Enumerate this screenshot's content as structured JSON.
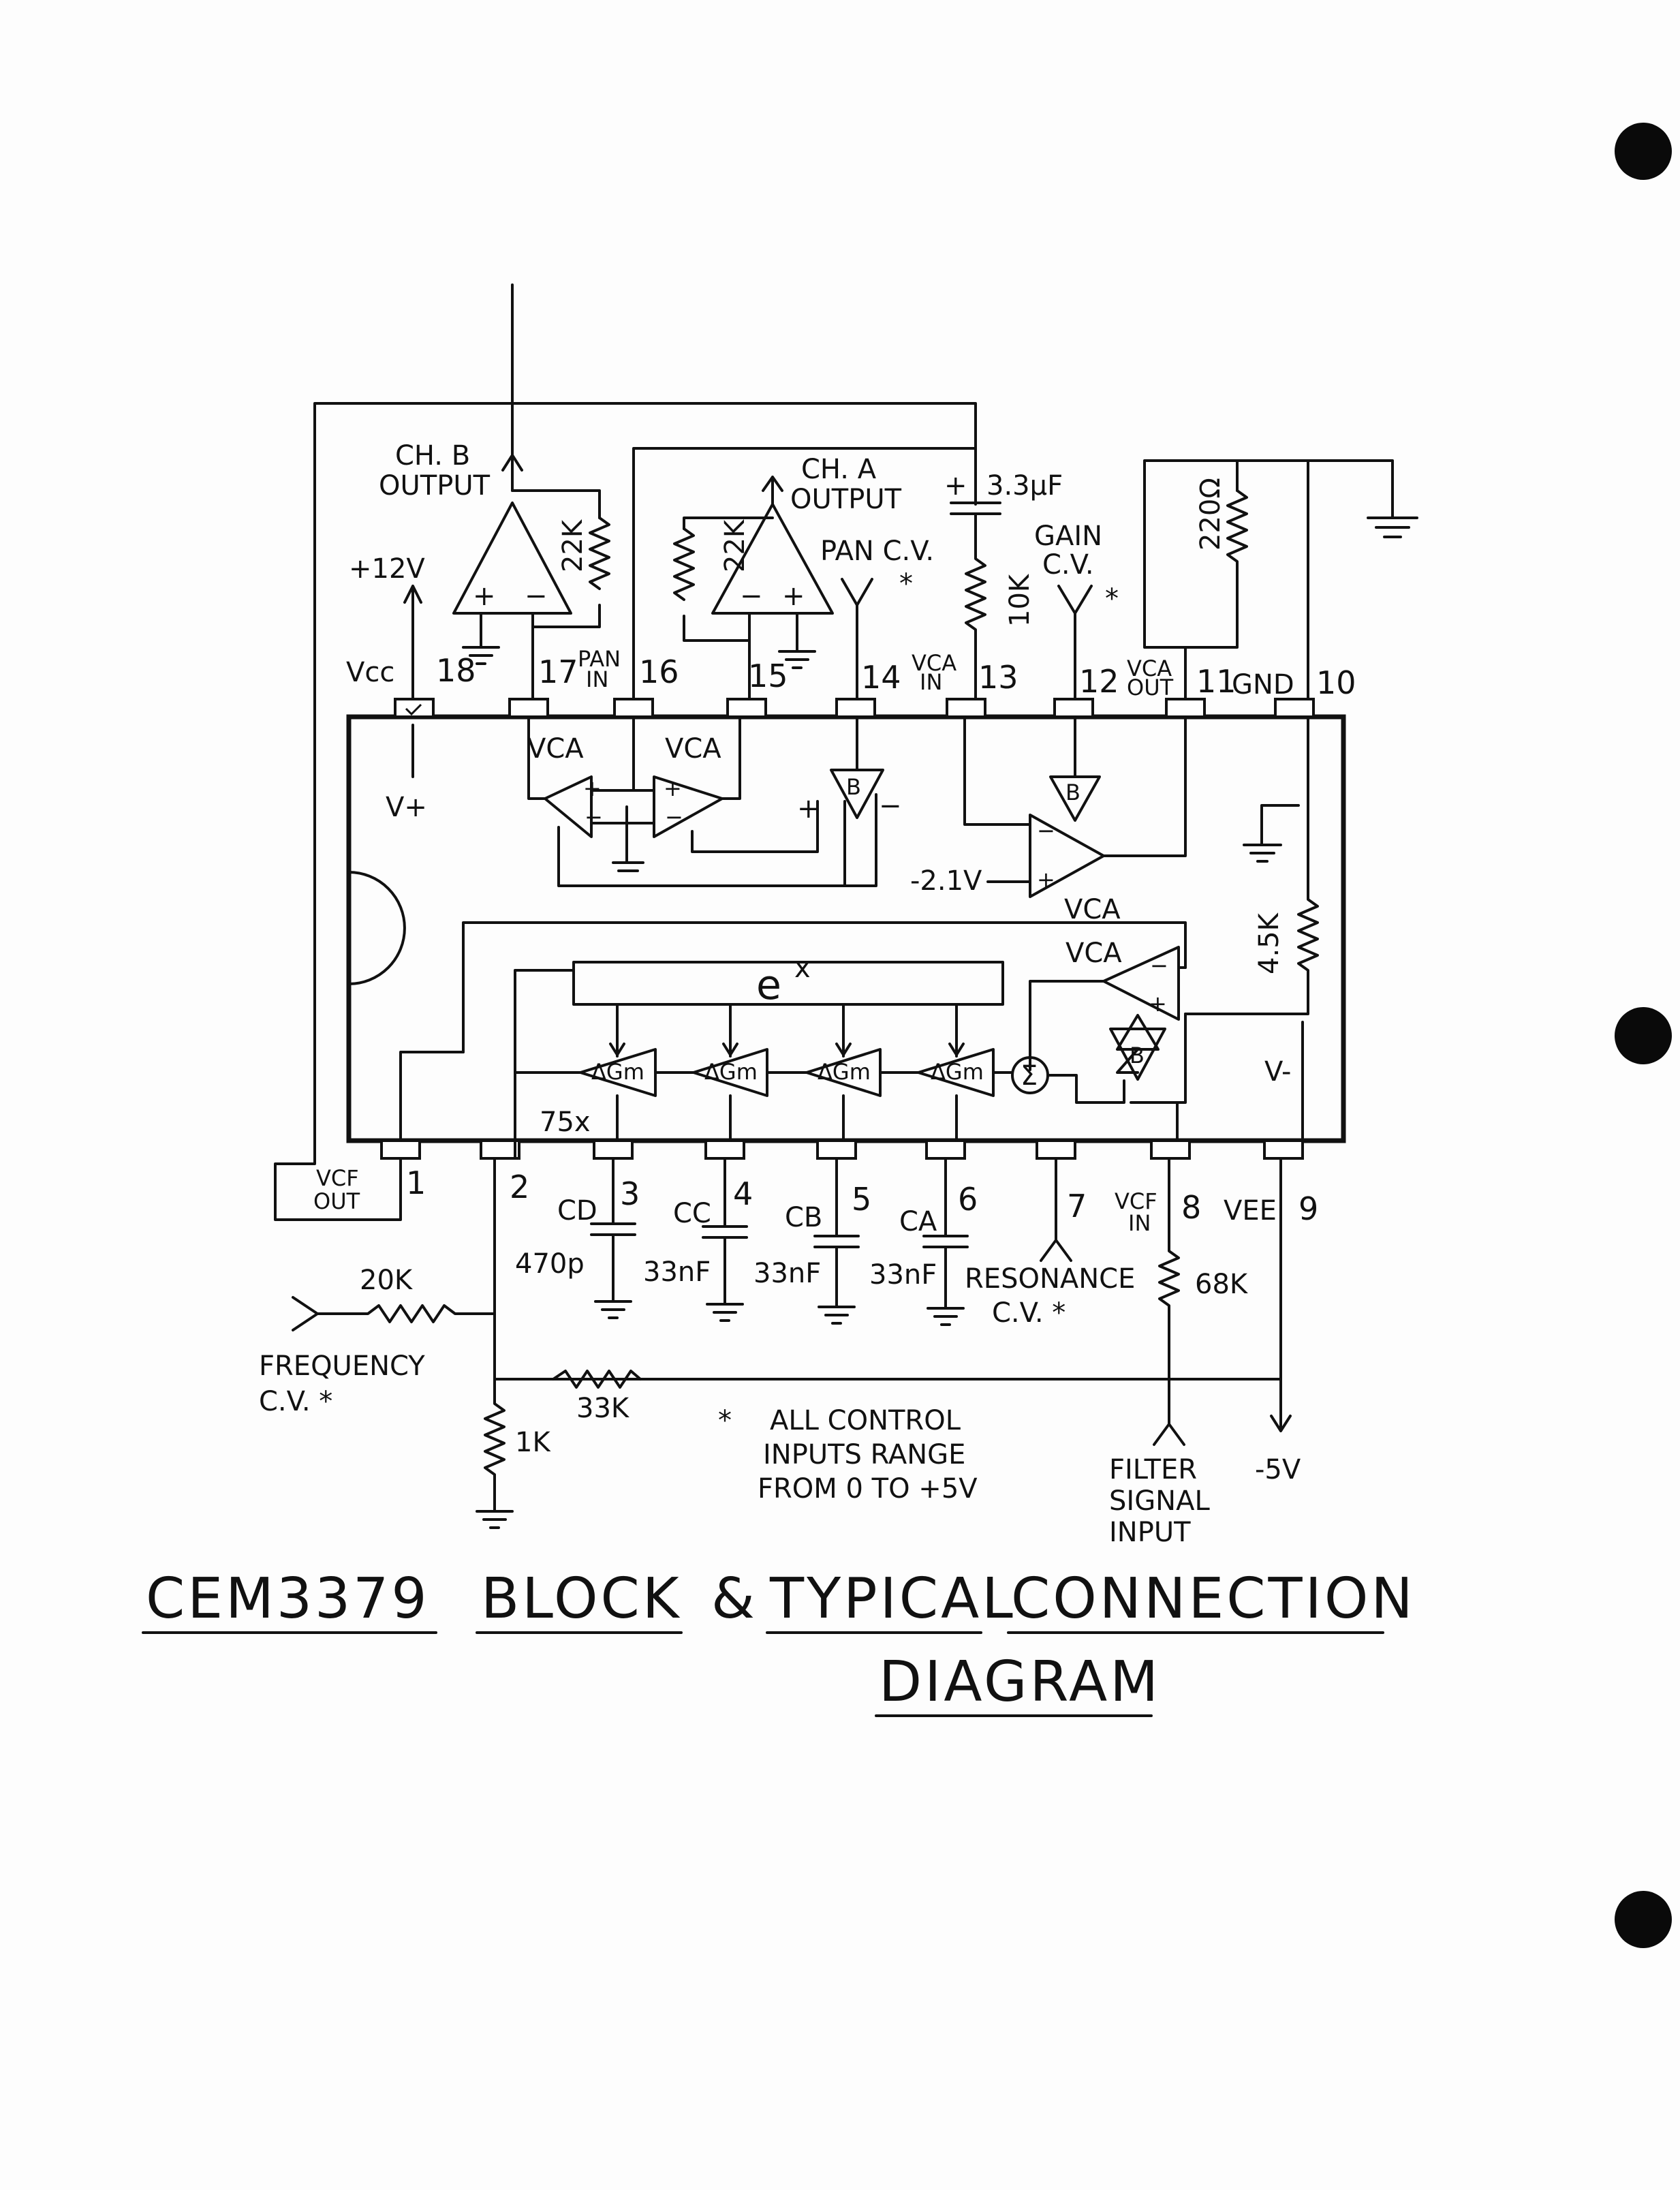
{
  "pins": {
    "p1": {
      "num": "1",
      "name": "VCF OUT"
    },
    "p2": {
      "num": "2"
    },
    "p3": {
      "num": "3",
      "name": "CD"
    },
    "p4": {
      "num": "4",
      "name": "CC"
    },
    "p5": {
      "num": "5",
      "name": "CB"
    },
    "p6": {
      "num": "6",
      "name": "CA"
    },
    "p7": {
      "num": "7"
    },
    "p8": {
      "num": "8",
      "name": "VCF IN"
    },
    "p9": {
      "num": "9",
      "name": "VEE"
    },
    "p10": {
      "num": "10",
      "name": "GND"
    },
    "p11": {
      "num": "11",
      "name": "VCA OUT"
    },
    "p12": {
      "num": "12"
    },
    "p13": {
      "num": "13",
      "name": "VCA IN"
    },
    "p14": {
      "num": "14"
    },
    "p15": {
      "num": "15"
    },
    "p16": {
      "num": "16",
      "name": "PAN IN"
    },
    "p17": {
      "num": "17"
    },
    "p18": {
      "num": "18",
      "name": "Vcc"
    }
  },
  "labels": {
    "ch_b_output": "CH. B OUTPUT",
    "ch_a_output": "CH. A OUTPUT",
    "plus12v": "+12V",
    "r22k_left": "22K",
    "r22k_right": "22K",
    "pan_cv": "PAN C.V.",
    "cap_3u3": "3.3µF",
    "r10k": "10K",
    "gain_cv": "GAIN C.V.",
    "r220": "220Ω",
    "vplus": "V+",
    "vminus": "V-",
    "vca1": "VCA",
    "vca2": "VCA",
    "vca3": "VCA",
    "vca4": "VCA",
    "bias": "-2.1V",
    "r4k5": "4.5K",
    "exp": "e",
    "exp_sup": "x",
    "gm": "ΔGm",
    "sigma": "Σ",
    "b": "B",
    "x75": "75x",
    "c470p": "470p",
    "c33n_1": "33nF",
    "c33n_2": "33nF",
    "c33n_3": "33nF",
    "resonance_cv": "RESONANCE C.V.",
    "r68k": "68K",
    "r20k": "20K",
    "frequency_cv": "FREQUENCY C.V.",
    "r33k": "33K",
    "r1k": "1K",
    "note_line1": "ALL CONTROL",
    "note_line2": "INPUTS RANGE",
    "note_line3": "FROM 0 TO +5V",
    "filter_signal_input": "FILTER SIGNAL INPUT",
    "minus5v": "-5V",
    "star": "*"
  },
  "title": {
    "part": "CEM3379",
    "block": "BLOCK",
    "amp": "&",
    "typical": "TYPICAL",
    "connection": "CONNECTION",
    "diagram": "DIAGRAM"
  }
}
